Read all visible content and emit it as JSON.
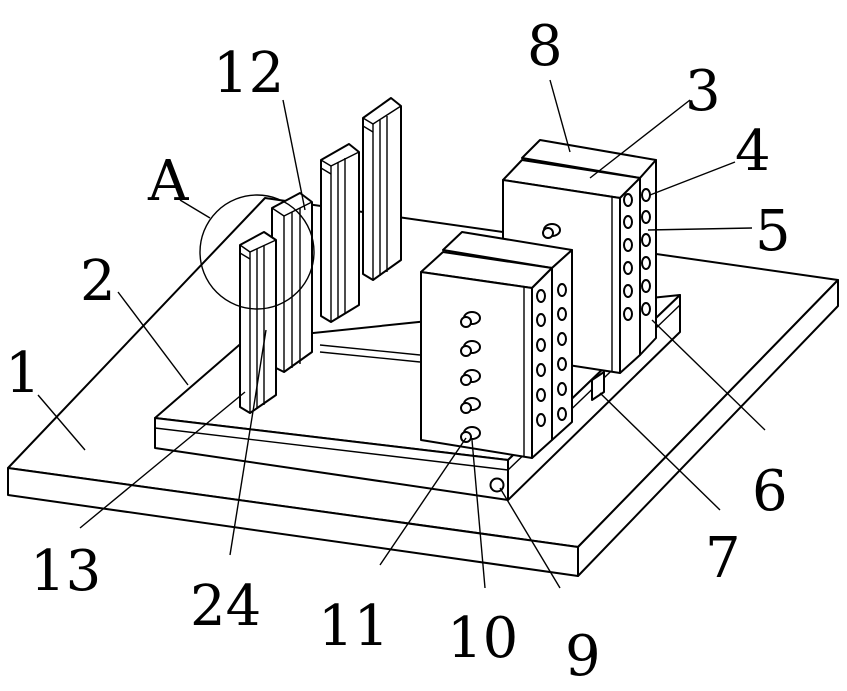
{
  "figure": {
    "labels": {
      "l1": "1",
      "l2": "2",
      "l3": "3",
      "l4": "4",
      "l5": "5",
      "l6": "6",
      "l7": "7",
      "l8": "8",
      "l9": "9",
      "l10": "10",
      "l11": "11",
      "l12": "12",
      "l13": "13",
      "l24": "24",
      "lA": "A"
    }
  }
}
